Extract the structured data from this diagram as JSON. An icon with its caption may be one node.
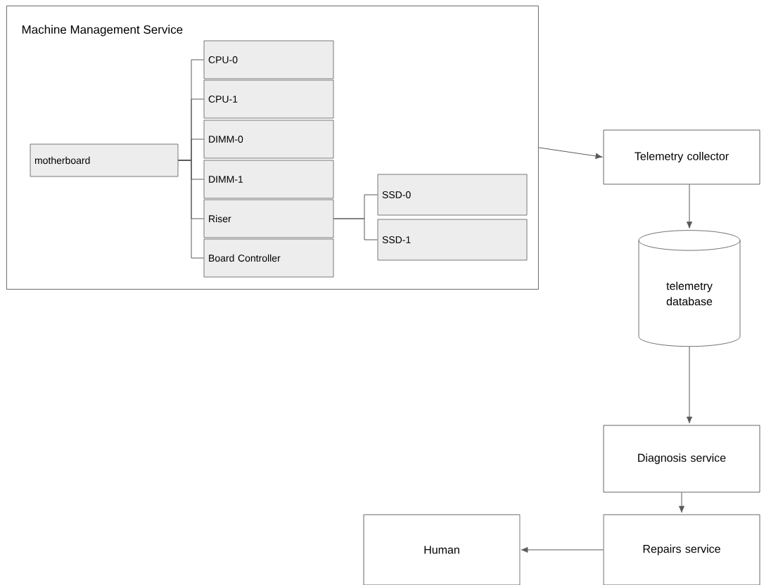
{
  "diagram": {
    "nodes": [
      {
        "text": [
          "Machine Management Service"
        ]
      },
      {
        "text": [
          "motherboard"
        ],
        "in": 0
      },
      {
        "text": [
          "CPU-0"
        ],
        "in": 0
      },
      {
        "text": [
          "CPU-1"
        ],
        "in": 0
      },
      {
        "text": [
          "DIMM-0"
        ],
        "in": 0
      },
      {
        "text": [
          "DIMM-1"
        ],
        "in": 0
      },
      {
        "text": [
          "Riser"
        ],
        "in": 0
      },
      {
        "text": [
          "Board Controller"
        ],
        "in": 0
      },
      {
        "text": [
          "SSD-0"
        ],
        "in": 0
      },
      {
        "text": [
          "SSD-1"
        ],
        "in": 0
      },
      {
        "text": [
          "Telemetry collector"
        ]
      },
      {
        "text": [
          "telemetry database"
        ]
      },
      {
        "text": [
          "Diagnosis service"
        ]
      },
      {
        "text": [
          "Repairs service"
        ]
      },
      {
        "text": [
          "Human"
        ]
      }
    ],
    "edges": [
      {
        "from": 1,
        "to": 2,
        "arrow": "none"
      },
      {
        "from": 1,
        "to": 3,
        "arrow": "none"
      },
      {
        "from": 1,
        "to": 4,
        "arrow": "none"
      },
      {
        "from": 1,
        "to": 5,
        "arrow": "none"
      },
      {
        "from": 1,
        "to": 6,
        "arrow": "none"
      },
      {
        "from": 1,
        "to": 7,
        "arrow": "none"
      },
      {
        "from": 6,
        "to": 8,
        "arrow": "none"
      },
      {
        "from": 6,
        "to": 9,
        "arrow": "none"
      },
      {
        "from": 0,
        "to": 10,
        "arrow": "to"
      },
      {
        "from": 10,
        "to": 11,
        "arrow": "to"
      },
      {
        "from": 11,
        "to": 12,
        "arrow": "to"
      },
      {
        "from": 12,
        "to": 13,
        "arrow": "to"
      },
      {
        "from": 13,
        "to": 14,
        "arrow": "to"
      }
    ]
  }
}
